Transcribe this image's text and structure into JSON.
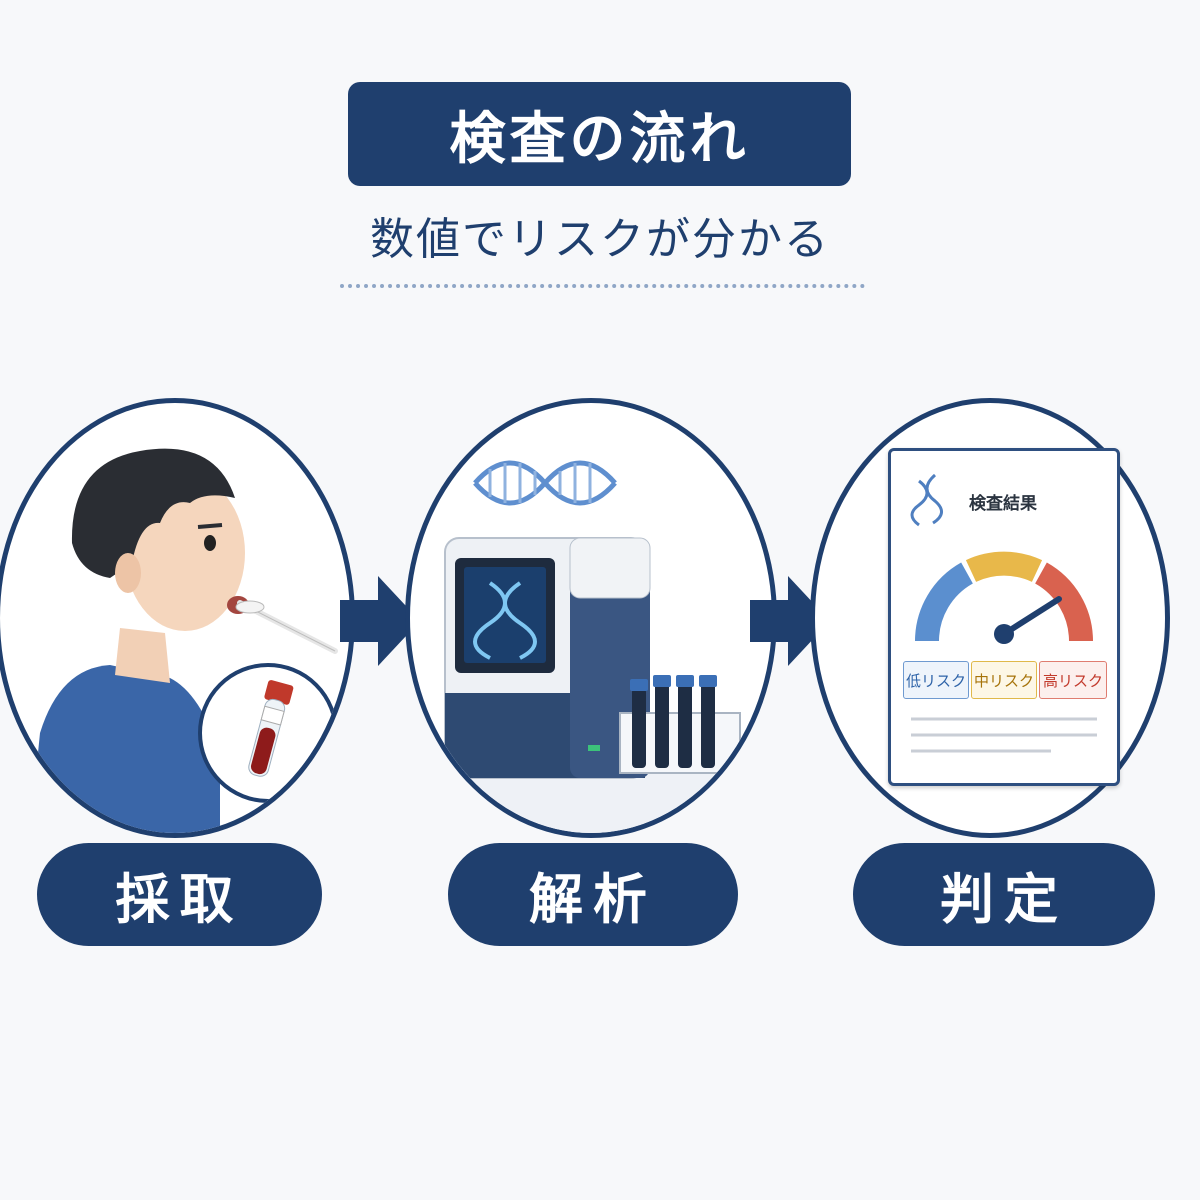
{
  "header": {
    "title": "検査の流れ",
    "subtitle": "数値でリスクが分かる"
  },
  "steps": [
    {
      "label": "採取"
    },
    {
      "label": "解析"
    },
    {
      "label": "判定"
    }
  ],
  "report": {
    "title": "検査結果",
    "legend": [
      "低リスク",
      "中リスク",
      "高リスク"
    ]
  },
  "colors": {
    "navy": "#1f3f6e",
    "low": "#5b8fcf",
    "mid": "#e8b84a",
    "high": "#d9624f"
  }
}
